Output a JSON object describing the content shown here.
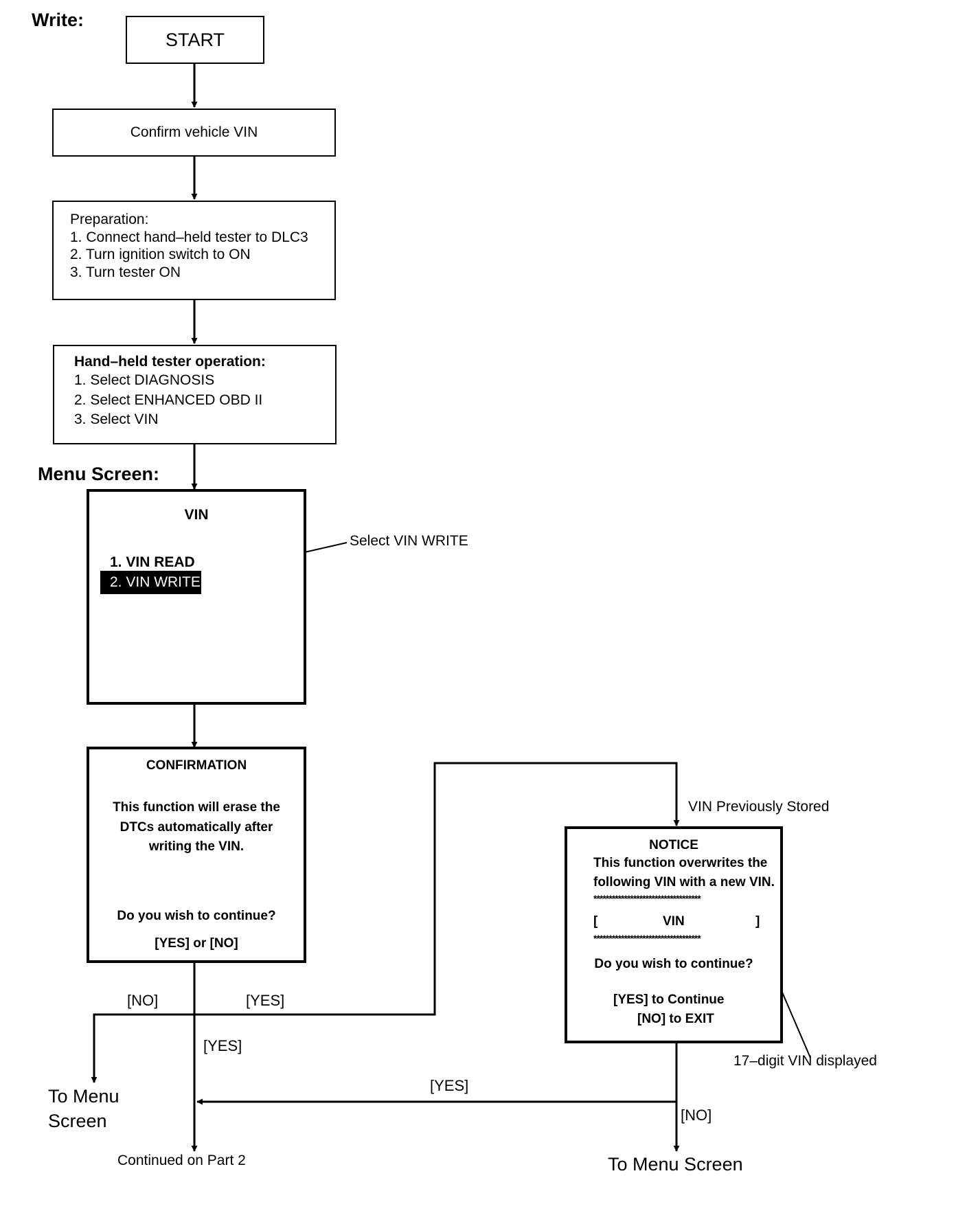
{
  "headings": {
    "write": "Write:",
    "menu_screen": "Menu Screen:"
  },
  "start": "START",
  "confirm_vin": "Confirm vehicle VIN",
  "preparation": {
    "title": "Preparation:",
    "steps": [
      "1. Connect hand–held tester to DLC3",
      "2. Turn ignition switch to ON",
      "3. Turn tester ON"
    ]
  },
  "tester_operation": {
    "title": "Hand–held tester operation:",
    "steps": [
      "1. Select DIAGNOSIS",
      "2. Select ENHANCED OBD II",
      "3. Select VIN"
    ]
  },
  "menu": {
    "title": "VIN",
    "items": [
      "1. VIN READ",
      "2. VIN WRITE"
    ],
    "callout": "Select VIN WRITE"
  },
  "confirmation": {
    "title": "CONFIRMATION",
    "message": [
      "This function will erase the",
      "DTCs automatically after",
      "writing the VIN."
    ],
    "question": "Do you wish to continue?",
    "options": "[YES] or [NO]"
  },
  "notice": {
    "title": "NOTICE",
    "message": [
      "This function overwrites the",
      "following VIN with a new VIN."
    ],
    "stars": "***********************************",
    "vin_left": "[",
    "vin": "VIN",
    "vin_right": "]",
    "question": "Do you wish to continue?",
    "yes": "[YES] to Continue",
    "no": "[NO] to EXIT"
  },
  "labels": {
    "vin_prev_stored": "VIN Previously Stored",
    "seventeen_digit": "17–digit VIN displayed",
    "no": "[NO]",
    "yes": "[YES]",
    "to_menu_screen_left": [
      "To Menu",
      "Screen"
    ],
    "to_menu_screen_right": "To Menu Screen",
    "continued": "Continued on Part 2"
  }
}
